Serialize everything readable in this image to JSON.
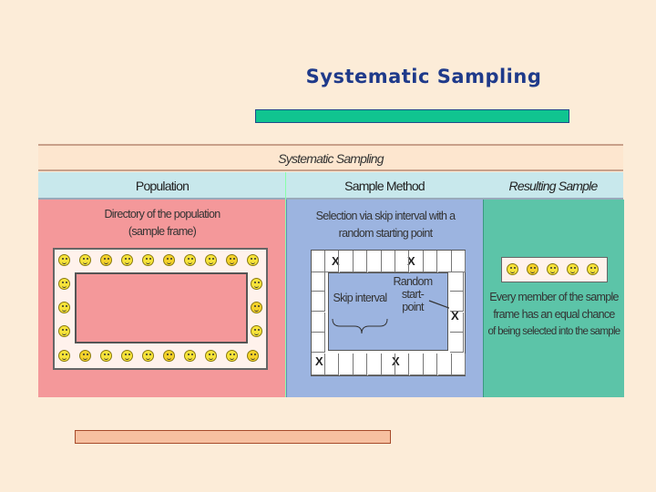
{
  "slide": {
    "title": "Systematic Sampling"
  },
  "figure": {
    "title": "Systematic Sampling",
    "headers": {
      "population": "Population",
      "method": "Sample Method",
      "result": "Resulting Sample"
    },
    "population": {
      "text_line1": "Directory of the population",
      "text_line2": "(sample frame)"
    },
    "method": {
      "text_line1": "Selection via skip interval with a",
      "text_line2": "random starting point",
      "random_label_line1": "Random",
      "random_label_line2": "start-",
      "random_label_line3": "point",
      "skip_label": "Skip interval",
      "mark": "X"
    },
    "result": {
      "text_line1": "Every member of the sample",
      "text_line2": "frame has an equal chance",
      "text_line3": "of being selected into the sample"
    }
  },
  "colors": {
    "background": "#fcecd8",
    "title": "#1f3a8a",
    "population_panel": "#f4989a",
    "method_panel": "#9cb4e0",
    "result_panel": "#5cc4a8",
    "top_bar": "#10c490",
    "bottom_bar": "#f7c0a0"
  },
  "icons": [
    "smiley-face-icon",
    "sad-face-icon",
    "arrow-icon"
  ]
}
